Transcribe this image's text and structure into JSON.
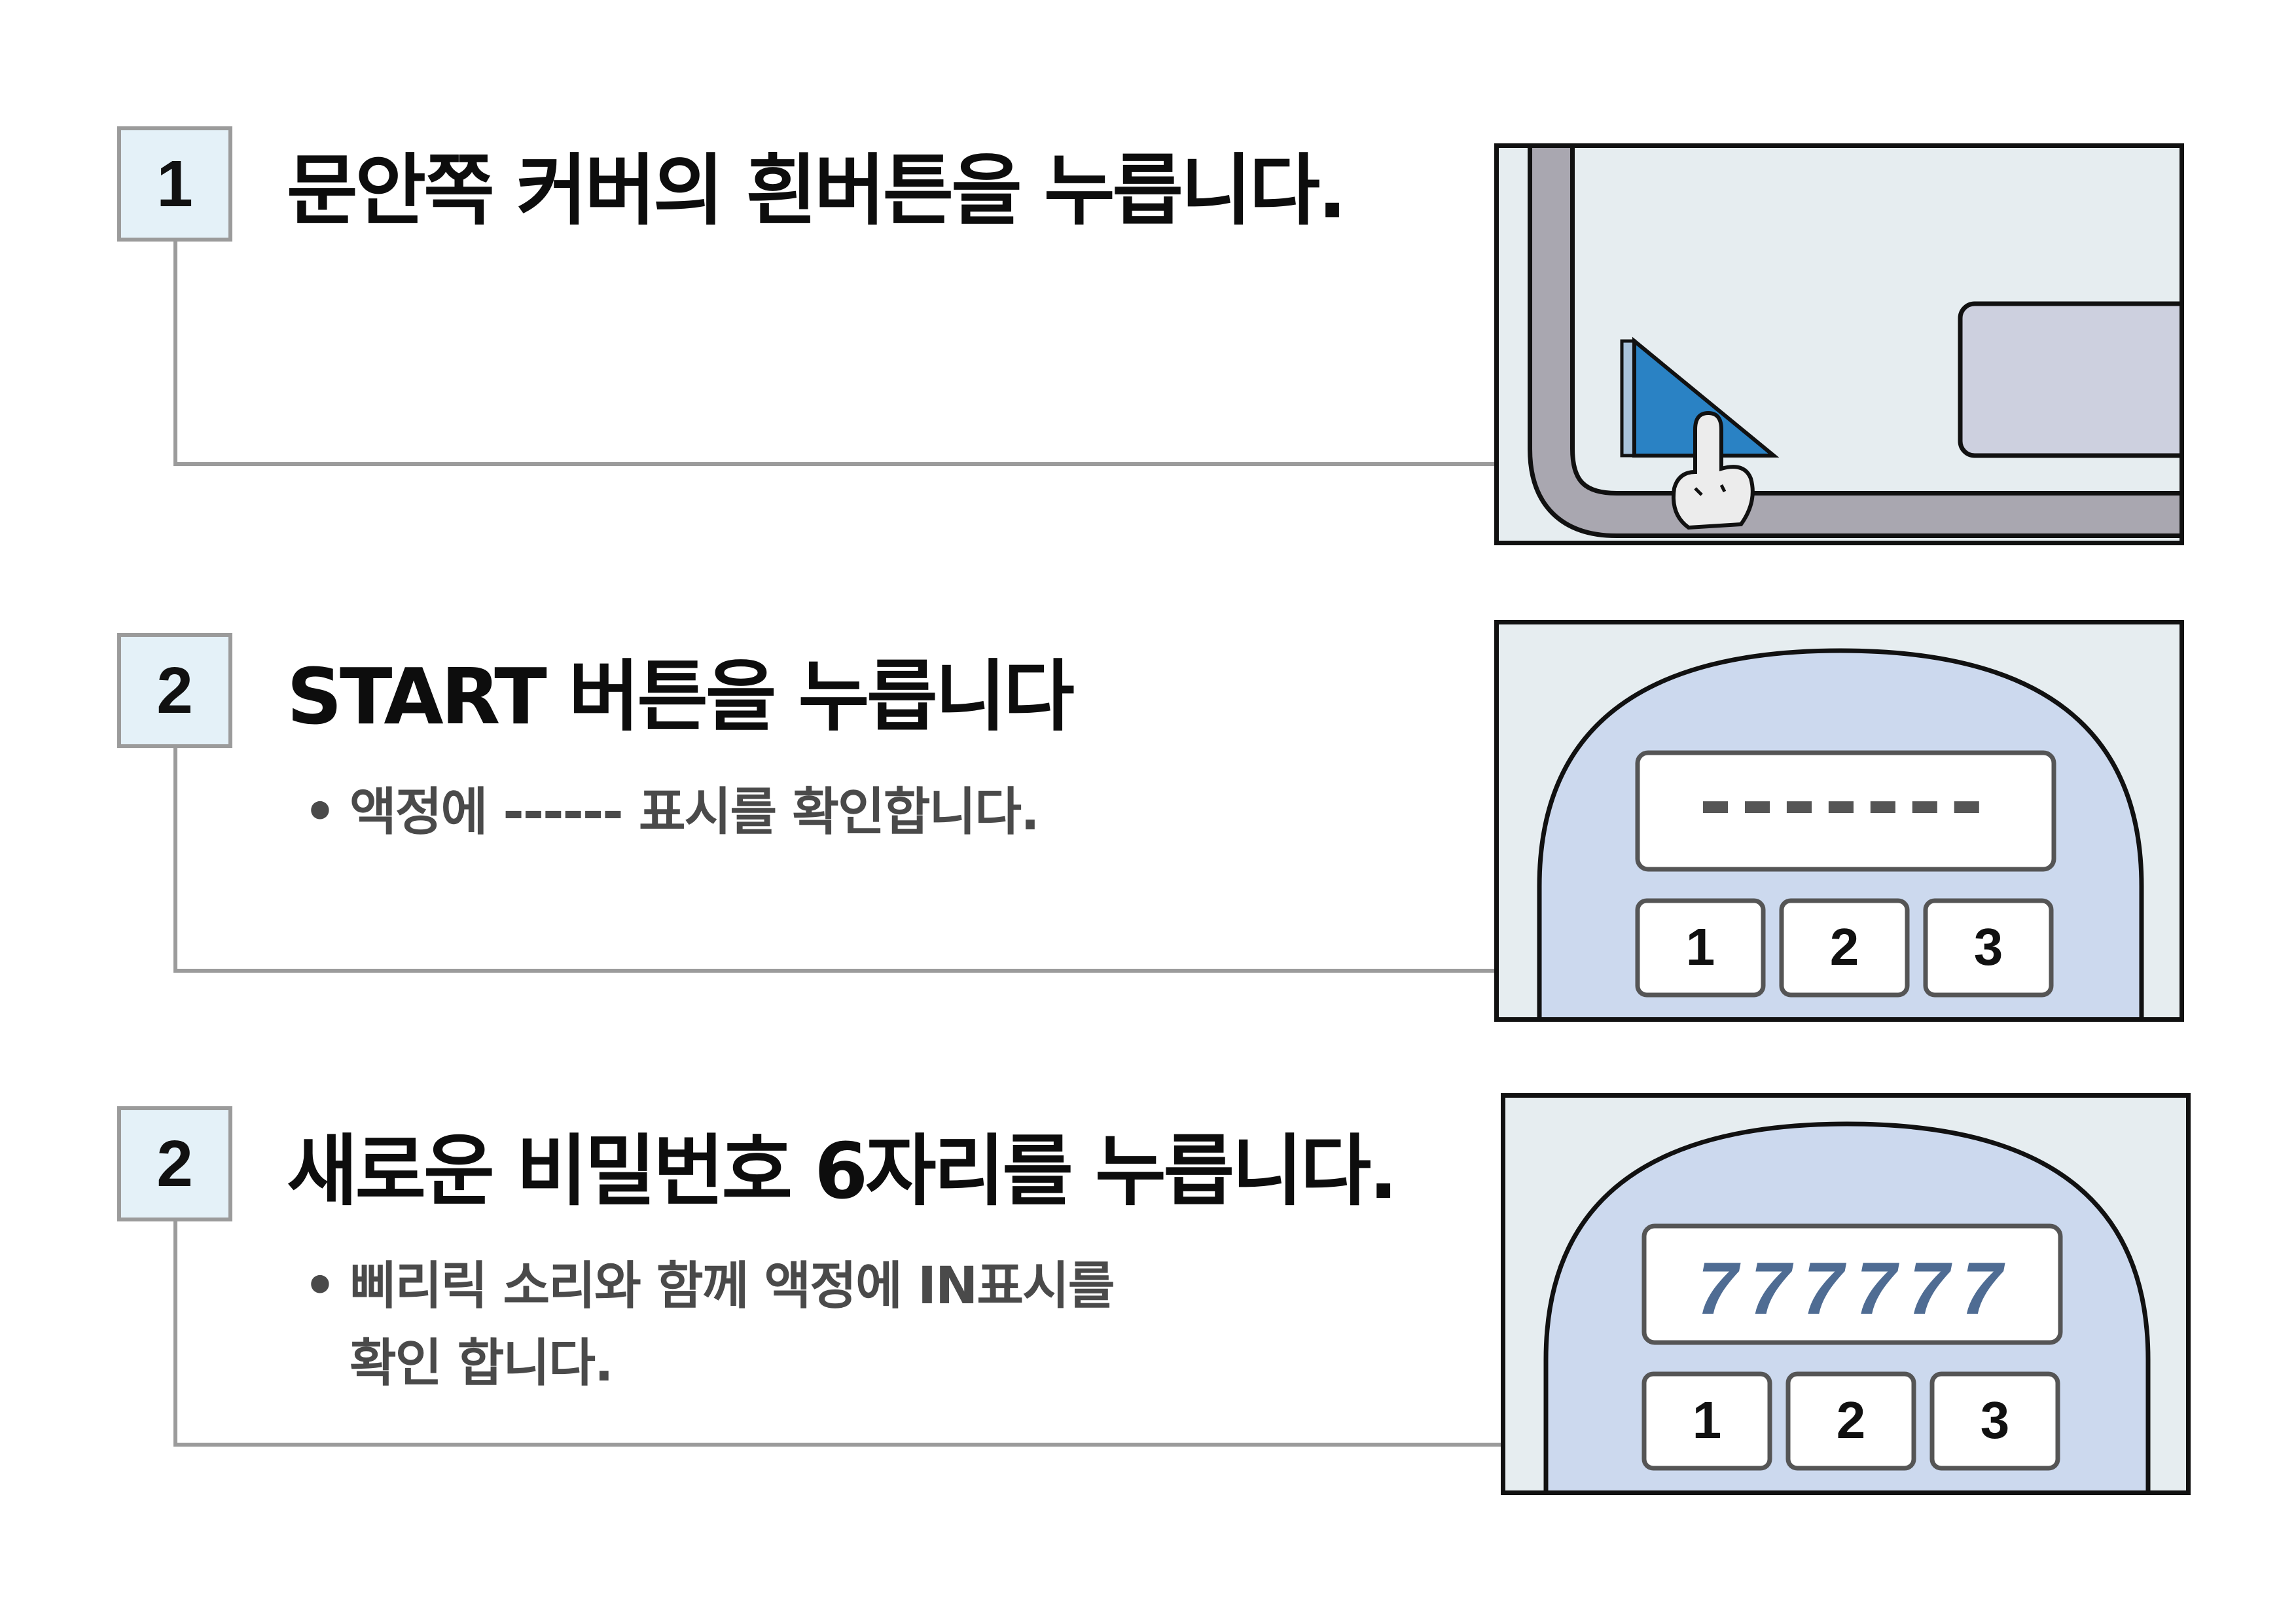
{
  "steps": [
    {
      "number": "1",
      "title": "문안쪽 커버의 흰버튼을 누릅니다."
    },
    {
      "number": "2",
      "title": "START 버튼을 누릅니다",
      "bullet": "액정에 ------ 표시를 확인합니다.",
      "display_text": "-------",
      "keys": [
        "1",
        "2",
        "3"
      ]
    },
    {
      "number": "2",
      "title": "새로운 비밀번호 6자리를 누릅니다.",
      "bullet_lines": [
        "삐리릭 소리와 함께 액정에 IN표시를",
        "확인 합니다."
      ],
      "display_text": "777777",
      "keys": [
        "1",
        "2",
        "3"
      ]
    }
  ],
  "bullet_symbol": "•",
  "colors": {
    "badge_fill": "#e4f1f8",
    "connector": "#9b9b9b",
    "panel_bg": "#e6edf0",
    "keypad_body": "#ccd9ee",
    "display_digit": "#4f6c93",
    "button_blue": "#2a82c4"
  }
}
